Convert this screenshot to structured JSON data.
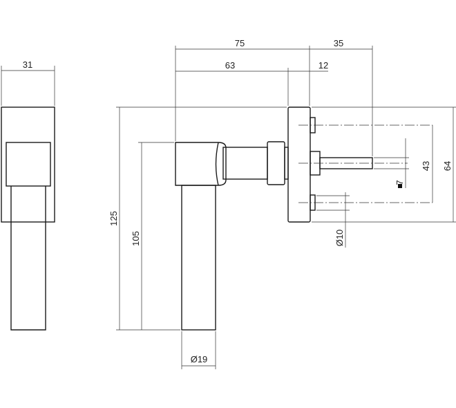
{
  "dimensions": {
    "d31": "31",
    "d75": "75",
    "d35": "35",
    "d63": "63",
    "d12": "12",
    "d125": "125",
    "d105": "105",
    "d64": "64",
    "d43": "43",
    "d7": "7",
    "d_phi10": "Ø10",
    "d_phi19": "Ø19"
  },
  "colors": {
    "line": "#1a1a1a",
    "background": "#ffffff"
  }
}
